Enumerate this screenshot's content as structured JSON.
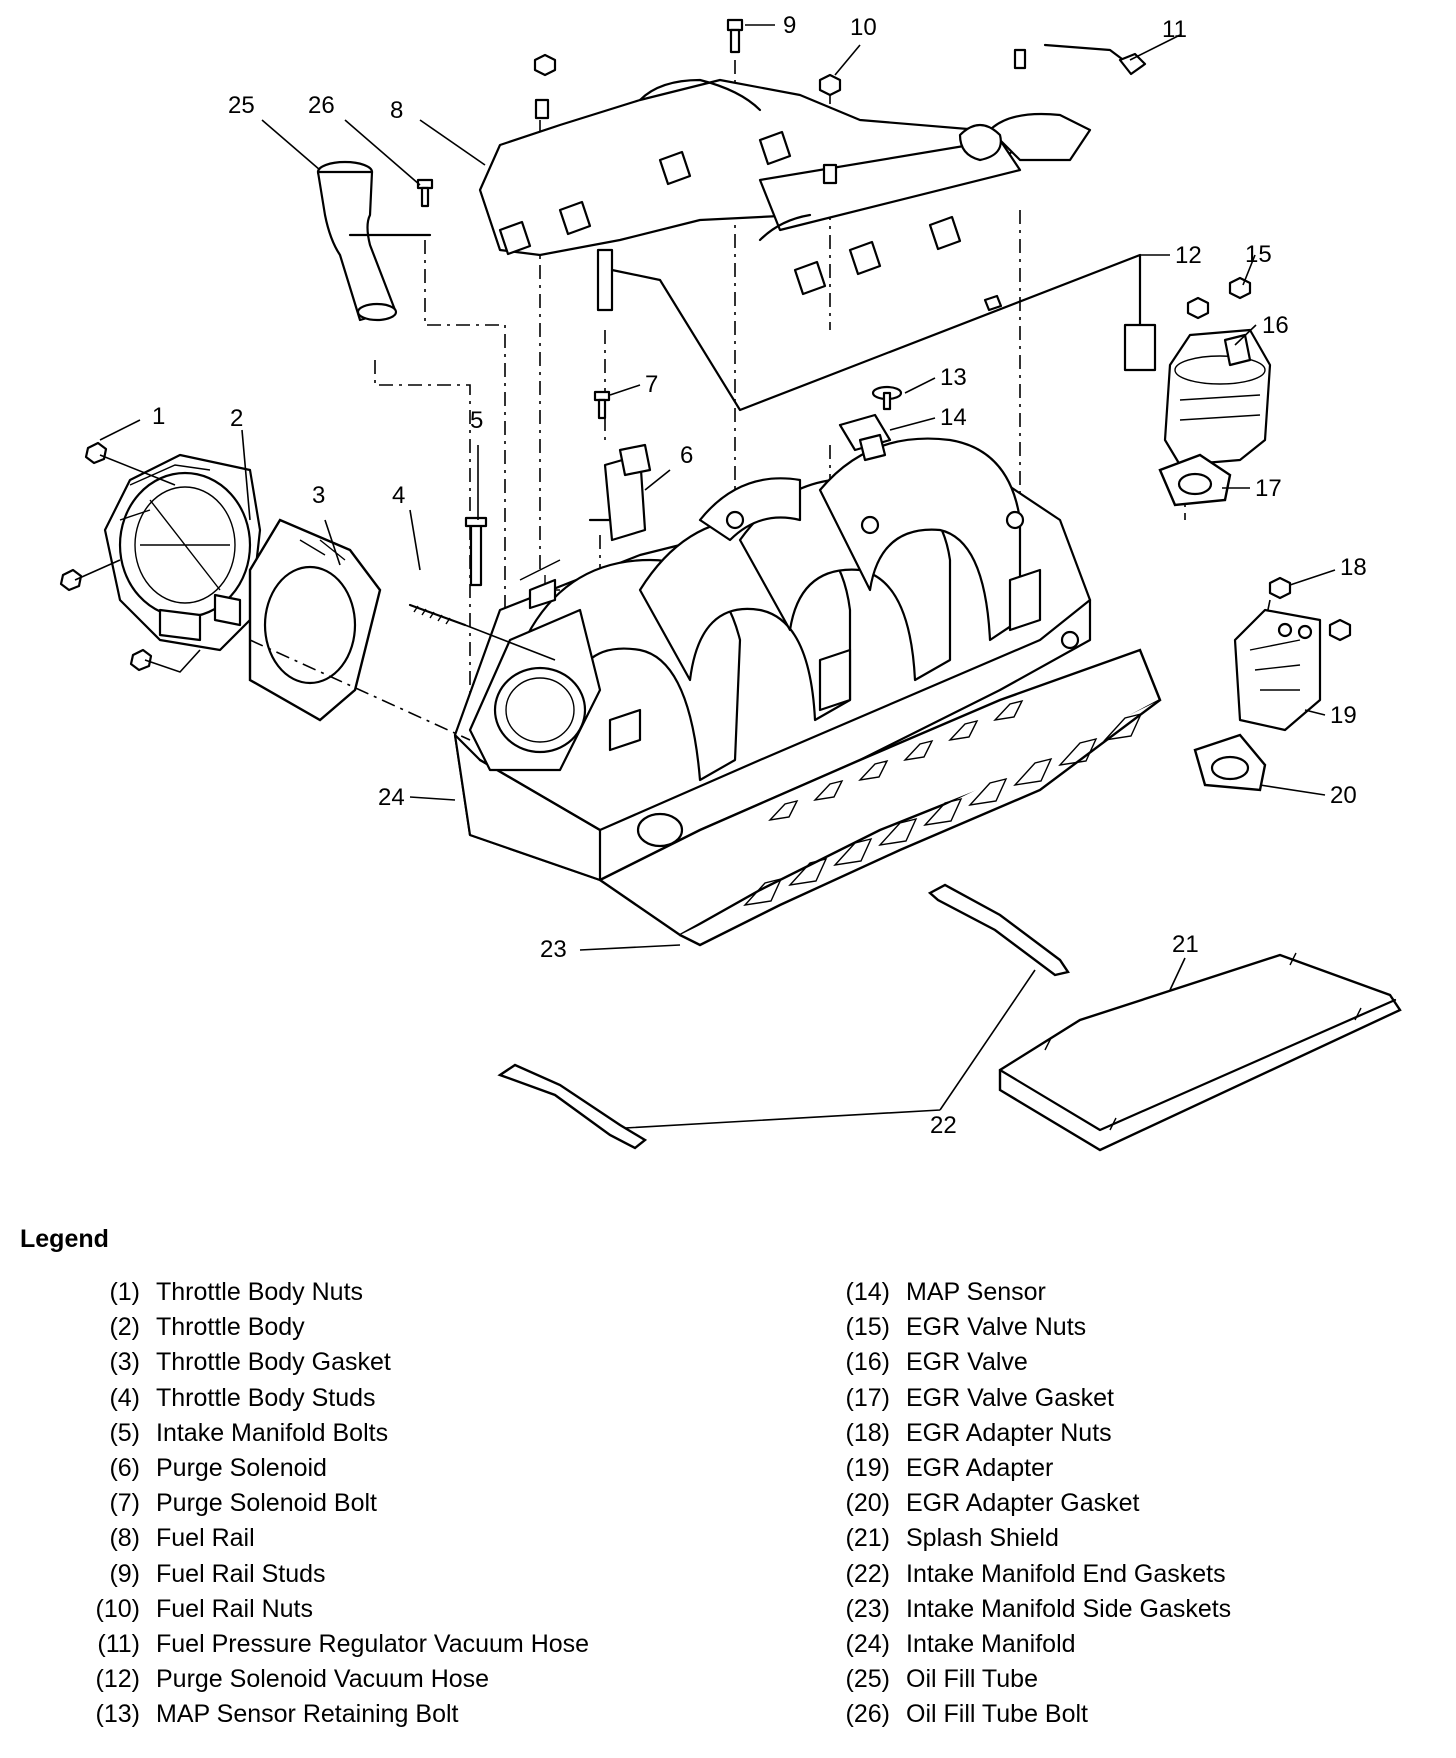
{
  "diagram": {
    "callouts": [
      "1",
      "2",
      "3",
      "4",
      "5",
      "6",
      "7",
      "8",
      "9",
      "10",
      "11",
      "12",
      "13",
      "14",
      "15",
      "16",
      "17",
      "18",
      "19",
      "20",
      "21",
      "22",
      "23",
      "24",
      "25",
      "26"
    ]
  },
  "legend": {
    "title": "Legend",
    "items": [
      {
        "num": "(1)",
        "label": "Throttle Body Nuts"
      },
      {
        "num": "(2)",
        "label": "Throttle Body"
      },
      {
        "num": "(3)",
        "label": "Throttle Body Gasket"
      },
      {
        "num": "(4)",
        "label": "Throttle Body Studs"
      },
      {
        "num": "(5)",
        "label": "Intake Manifold Bolts"
      },
      {
        "num": "(6)",
        "label": "Purge Solenoid"
      },
      {
        "num": "(7)",
        "label": "Purge Solenoid Bolt"
      },
      {
        "num": "(8)",
        "label": "Fuel Rail"
      },
      {
        "num": "(9)",
        "label": "Fuel Rail Studs"
      },
      {
        "num": "(10)",
        "label": "Fuel Rail Nuts"
      },
      {
        "num": "(11)",
        "label": "Fuel Pressure Regulator Vacuum Hose"
      },
      {
        "num": "(12)",
        "label": "Purge Solenoid Vacuum Hose"
      },
      {
        "num": "(13)",
        "label": "MAP Sensor Retaining Bolt"
      },
      {
        "num": "(14)",
        "label": "MAP Sensor"
      },
      {
        "num": "(15)",
        "label": "EGR Valve Nuts"
      },
      {
        "num": "(16)",
        "label": "EGR Valve"
      },
      {
        "num": "(17)",
        "label": "EGR Valve Gasket"
      },
      {
        "num": "(18)",
        "label": "EGR Adapter Nuts"
      },
      {
        "num": "(19)",
        "label": "EGR Adapter"
      },
      {
        "num": "(20)",
        "label": "EGR Adapter Gasket"
      },
      {
        "num": "(21)",
        "label": "Splash Shield"
      },
      {
        "num": "(22)",
        "label": "Intake Manifold End Gaskets"
      },
      {
        "num": "(23)",
        "label": "Intake Manifold Side Gaskets"
      },
      {
        "num": "(24)",
        "label": "Intake Manifold"
      },
      {
        "num": "(25)",
        "label": "Oil Fill Tube"
      },
      {
        "num": "(26)",
        "label": "Oil Fill Tube Bolt"
      }
    ]
  }
}
